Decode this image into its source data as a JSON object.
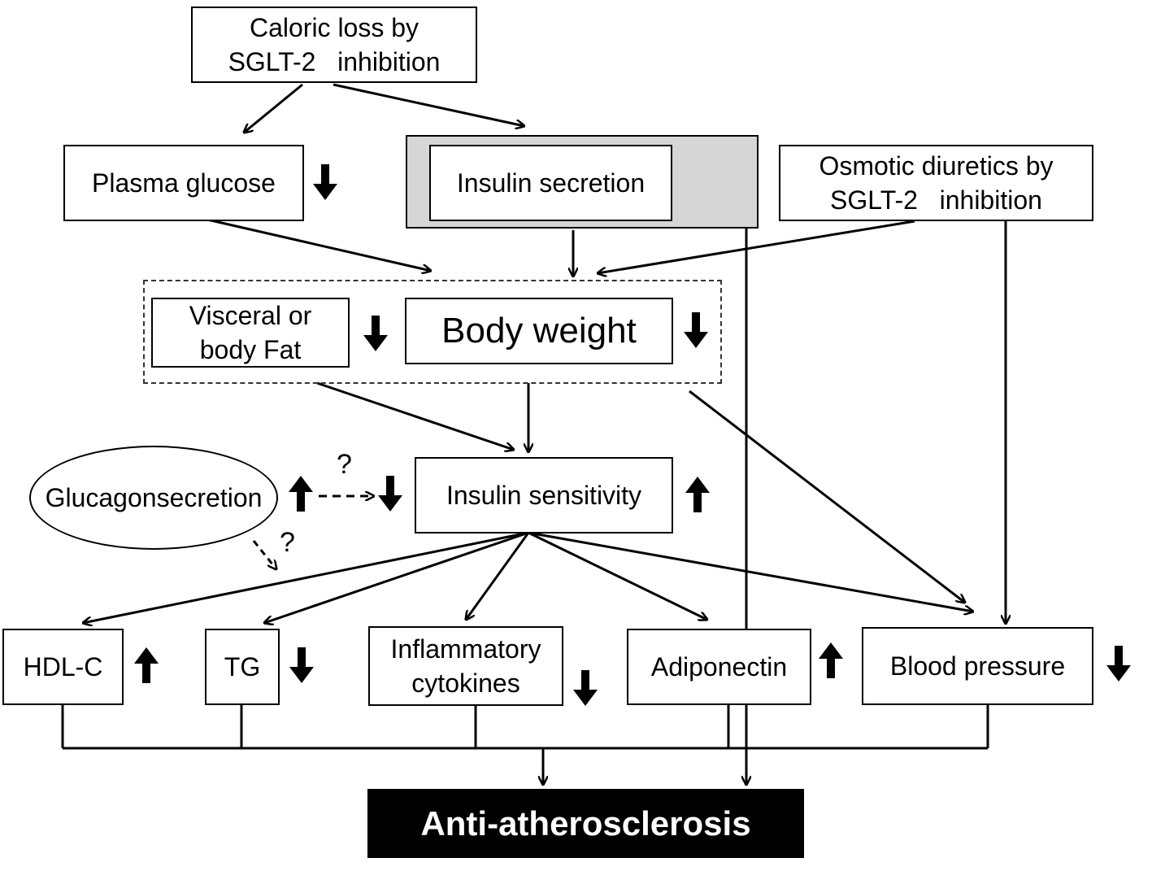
{
  "nodes": {
    "caloric_loss": [
      "Caloric loss by",
      "SGLT-2   inhibition"
    ],
    "plasma_glucose": "Plasma glucose",
    "insulin_secretion": "Insulin secretion",
    "osmotic_diuretics": [
      "Osmotic diuretics by",
      "SGLT-2   inhibition"
    ],
    "visceral_fat": [
      "Visceral or",
      "body Fat"
    ],
    "body_weight": "Body weight",
    "glucagon_secretion": [
      "Glucagon",
      "secretion"
    ],
    "insulin_sensitivity": "Insulin sensitivity",
    "hdl_c": "HDL-C",
    "tg": "TG",
    "inflammatory_cytokines": [
      "Inflammatory",
      "cytokines"
    ],
    "adiponectin": "Adiponectin",
    "blood_pressure": "Blood pressure",
    "anti_atherosclerosis": "Anti-atherosclerosis"
  },
  "question_marks": {
    "glucagon_to_sensitivity": "?",
    "glucagon_to_lipids": "?"
  },
  "direction_indicators": {
    "plasma_glucose": "down",
    "insulin_secretion": "right",
    "visceral_fat": "down",
    "body_weight": "down",
    "glucagon_left": "up",
    "glucagon_right": "down",
    "insulin_sensitivity": "up",
    "hdl_c": "up",
    "tg": "down",
    "inflammatory_cytokines": "down",
    "adiponectin": "up",
    "blood_pressure": "down"
  },
  "colors": {
    "shaded_group": "#d6d6d6",
    "result_fill": "#000000",
    "result_text": "#ffffff"
  }
}
